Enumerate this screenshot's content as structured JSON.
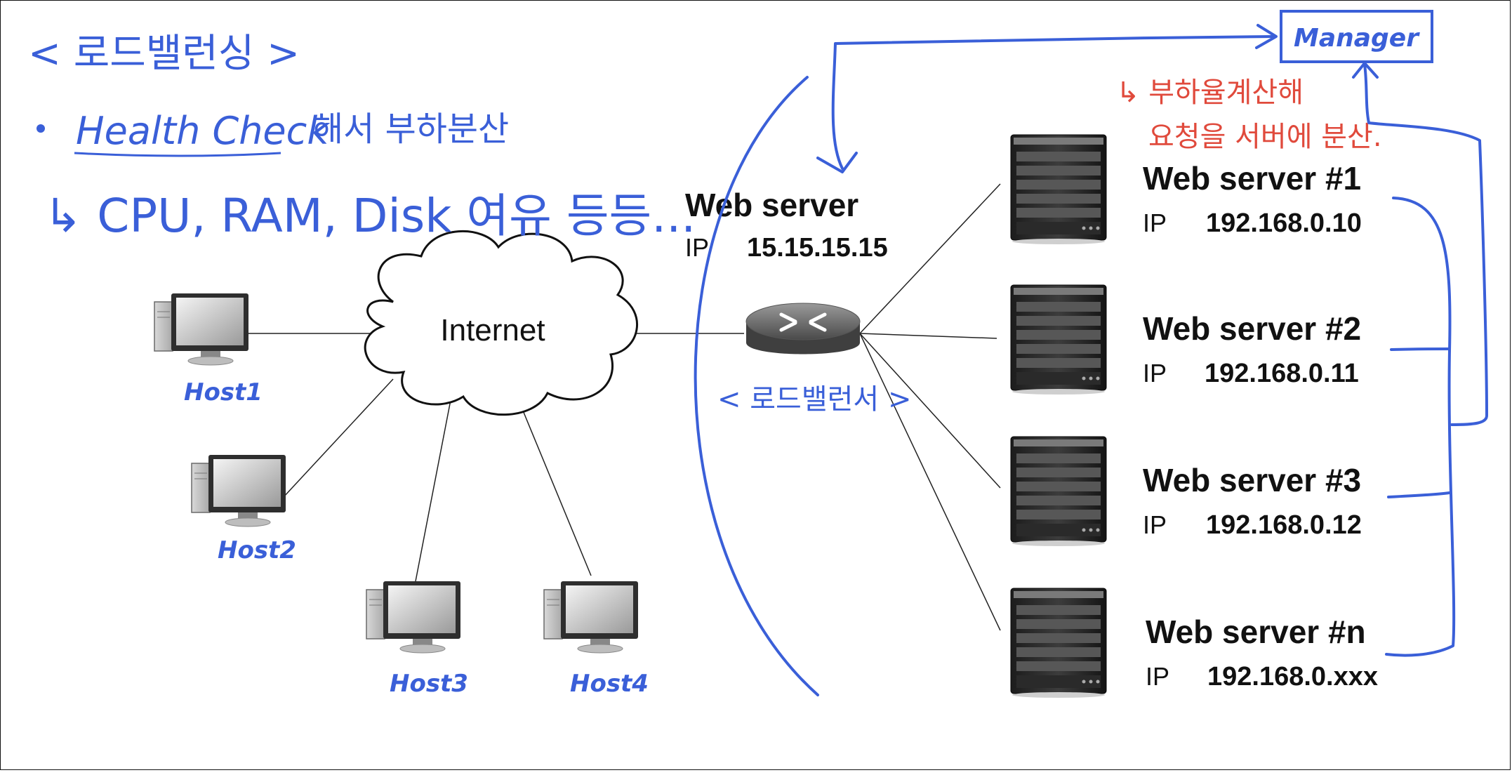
{
  "notes": {
    "title": "< 로드밸런싱 >",
    "health_check": "Health Check",
    "bullet_rest": "해서 부하분산",
    "resources": "↳ CPU, RAM, Disk 여유 등등...",
    "manager": "Manager",
    "load_calc_1": "↳ 부하율계산해",
    "load_calc_2": "요청을 서버에 분산."
  },
  "internet_label": "Internet",
  "hosts": [
    "Host1",
    "Host2",
    "Host3",
    "Host4"
  ],
  "lb": {
    "title": "Web server",
    "ip_label": "IP",
    "ip": "15.15.15.15",
    "caption": "< 로드밸런서 >"
  },
  "servers": [
    {
      "name": "Web server #1",
      "ip_label": "IP",
      "ip": "192.168.0.10"
    },
    {
      "name": "Web server #2",
      "ip_label": "IP",
      "ip": "192.168.0.11"
    },
    {
      "name": "Web server #3",
      "ip_label": "IP",
      "ip": "192.168.0.12"
    },
    {
      "name": "Web server #n",
      "ip_label": "IP",
      "ip": "192.168.0.xxx"
    }
  ],
  "colors": {
    "ink": "#3a5fd8",
    "red_ink": "#e04a3c",
    "text": "#111111"
  }
}
